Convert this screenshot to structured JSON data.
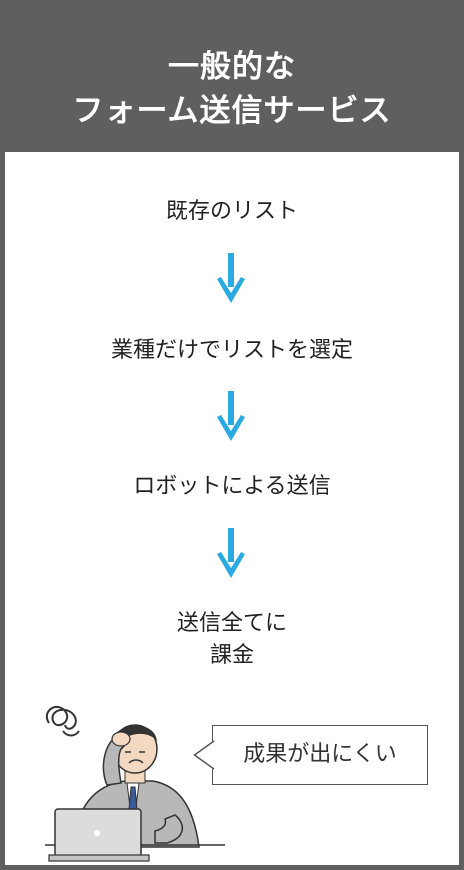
{
  "header": {
    "title_line1": "一般的な",
    "title_line2": "フォーム送信サービス"
  },
  "steps": [
    {
      "label": "既存のリスト"
    },
    {
      "label": "業種だけでリストを選定"
    },
    {
      "label": "ロボットによる送信"
    },
    {
      "label_line1": "送信全てに",
      "label_line2": "課金"
    }
  ],
  "bubble": {
    "text": "成果が出にくい"
  },
  "colors": {
    "header_bg": "#5f5f5f",
    "arrow": "#29abe2",
    "text": "#222222"
  },
  "icons": {
    "arrow": "arrow-down-icon",
    "illustration": "troubled-businessman-illustration",
    "laptop": "laptop-icon"
  }
}
